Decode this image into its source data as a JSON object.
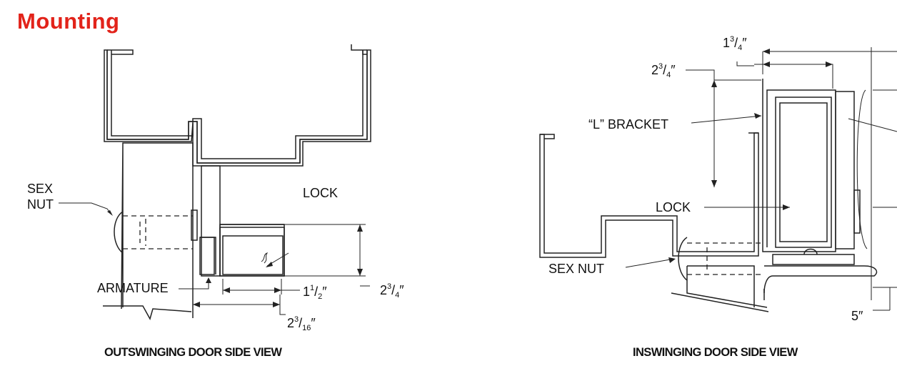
{
  "heading": "Mounting",
  "outswing": {
    "caption": "OUTSWINGING DOOR SIDE VIEW",
    "labels": {
      "sex": "SEX",
      "nut": "NUT",
      "lock": "LOCK",
      "armature": "ARMATURE"
    },
    "dims": {
      "width_lock": {
        "whole": "1",
        "num": "1",
        "den": "2",
        "unit": "″"
      },
      "height_lock": {
        "whole": "2",
        "num": "3",
        "den": "4",
        "unit": "″"
      },
      "width_total": {
        "whole": "2",
        "num": "3",
        "den": "16",
        "unit": "″"
      }
    }
  },
  "inswing": {
    "caption": "INSWINGING DOOR SIDE VIEW",
    "labels": {
      "bracket": "“L” BRACKET",
      "lock": "LOCK",
      "sexnut": "SEX NUT"
    },
    "dims": {
      "top_width": {
        "whole": "1",
        "num": "3",
        "den": "4",
        "unit": "″"
      },
      "height": {
        "whole": "2",
        "num": "3",
        "den": "4",
        "unit": "″"
      },
      "depth": {
        "value": "5″"
      }
    }
  }
}
